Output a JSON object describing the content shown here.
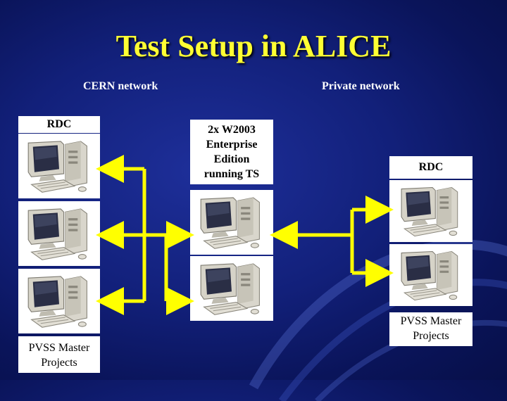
{
  "title": "Test Setup in ALICE",
  "cern_network_label": "CERN network",
  "private_network_label": "Private network",
  "left_column": {
    "top_label": "RDC",
    "bottom_label_line1": "PVSS Master",
    "bottom_label_line2": "Projects"
  },
  "center_column": {
    "label_lines": [
      "2x W2003",
      "Enterprise",
      "Edition",
      "running TS"
    ]
  },
  "right_column": {
    "top_label": "RDC",
    "bottom_label_line1": "PVSS Master",
    "bottom_label_line2": "Projects"
  },
  "colors": {
    "background": "#12207a",
    "title": "#ffff33",
    "connector": "#ffff00",
    "label_text": "#ffffff"
  },
  "icons": [
    "computer-icon"
  ]
}
